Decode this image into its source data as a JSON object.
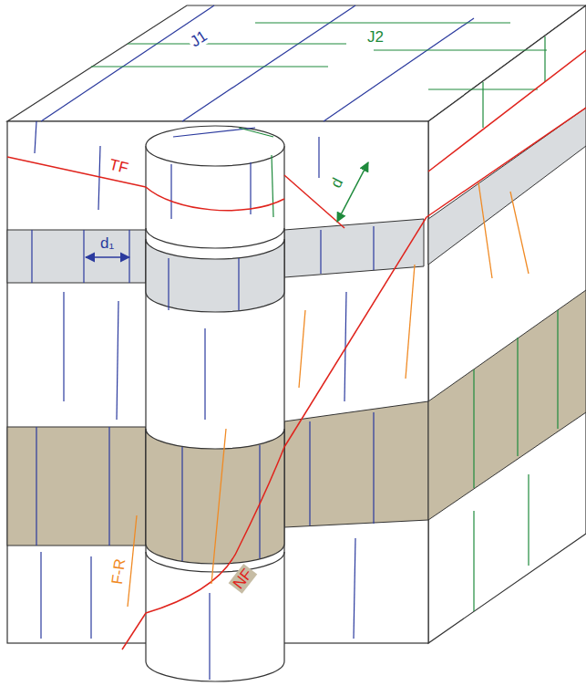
{
  "diagram": {
    "labels": [
      "J1",
      "J2",
      "TF",
      "d",
      "d₁",
      "F-R",
      "NF"
    ]
  }
}
